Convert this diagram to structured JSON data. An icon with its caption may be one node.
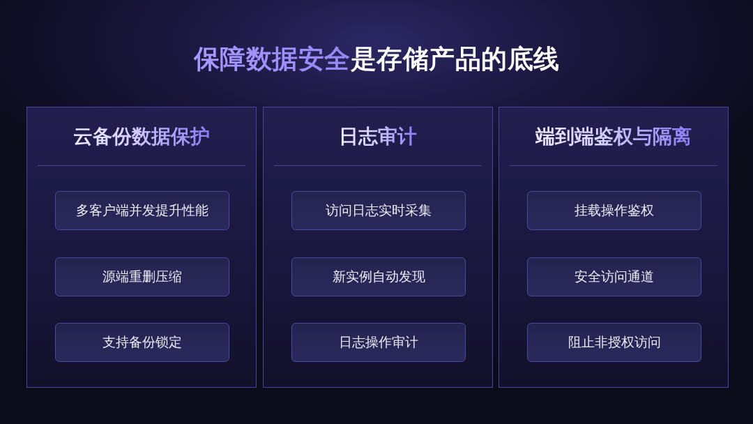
{
  "diagram": {
    "title": "保障数据安全是存储产品的底线",
    "nodes": [
      {
        "text": [
          "云备份数据保护"
        ]
      },
      {
        "text": [
          "多客户端并发提升性能"
        ],
        "in": 0
      },
      {
        "text": [
          "源端重删压缩"
        ],
        "in": 0
      },
      {
        "text": [
          "支持备份锁定"
        ],
        "in": 0
      },
      {
        "text": [
          "日志审计"
        ]
      },
      {
        "text": [
          "访问日志实时采集"
        ],
        "in": 4
      },
      {
        "text": [
          "新实例自动发现"
        ],
        "in": 4
      },
      {
        "text": [
          "日志操作审计"
        ],
        "in": 4
      },
      {
        "text": [
          "端到端鉴权与隔离"
        ]
      },
      {
        "text": [
          "挂载操作鉴权"
        ],
        "in": 8
      },
      {
        "text": [
          "安全访问通道"
        ],
        "in": 8
      },
      {
        "text": [
          "阻止非授权访问"
        ],
        "in": 8
      }
    ]
  }
}
